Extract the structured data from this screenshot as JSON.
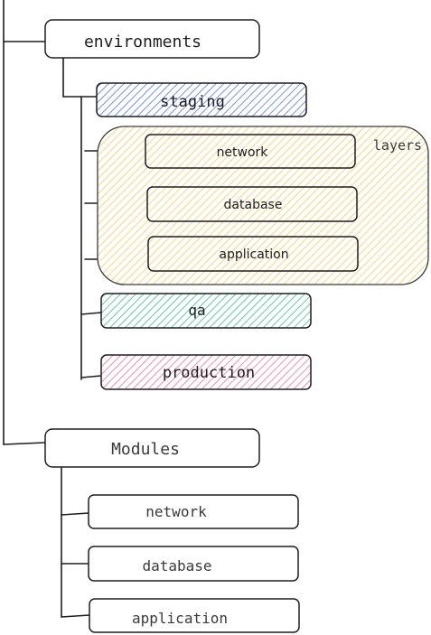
{
  "tree": {
    "environments": {
      "label": "environments",
      "children": {
        "staging": {
          "label": "staging",
          "color": "#4a6fd1",
          "layers_group": {
            "label": "layers",
            "color": "#f0c64a",
            "items": [
              "network",
              "database",
              "application"
            ]
          }
        },
        "qa": {
          "label": "qa",
          "color": "#2fb58f"
        },
        "production": {
          "label": "production",
          "color": "#e06a9e"
        }
      }
    },
    "modules": {
      "label": "Modules",
      "items": [
        "network",
        "database",
        "application"
      ]
    }
  }
}
